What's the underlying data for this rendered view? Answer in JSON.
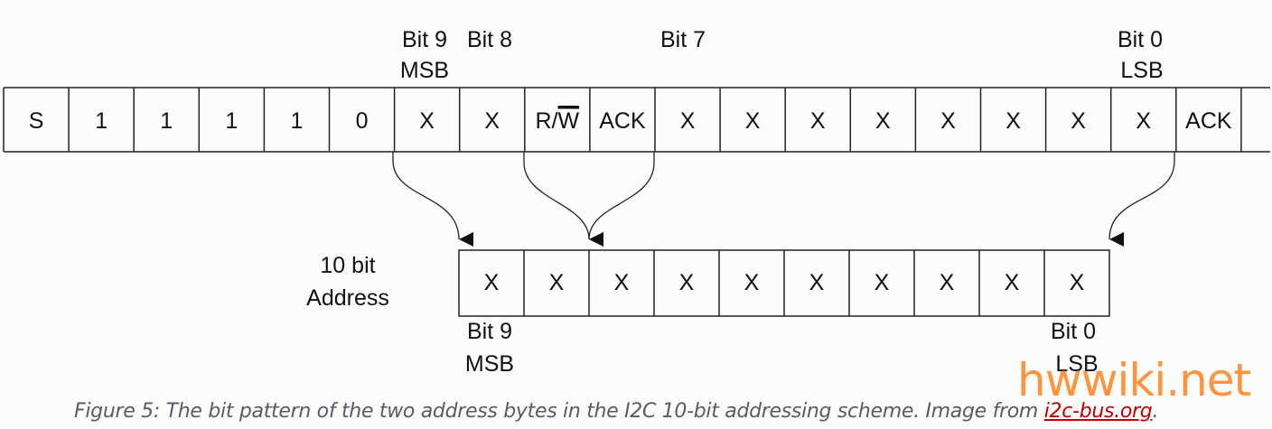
{
  "top_row": {
    "cells": [
      "S",
      "1",
      "1",
      "1",
      "1",
      "0",
      "X",
      "X",
      "R/W",
      "ACK",
      "X",
      "X",
      "X",
      "X",
      "X",
      "X",
      "X",
      "X",
      "ACK"
    ],
    "rw_overline_part": "W",
    "labels": {
      "bit9": "Bit 9",
      "msb": "MSB",
      "bit8": "Bit 8",
      "bit7": "Bit 7",
      "bit0": "Bit 0",
      "lsb": "LSB"
    }
  },
  "bottom_row": {
    "title_line1": "10 bit",
    "title_line2": "Address",
    "cells": [
      "X",
      "X",
      "X",
      "X",
      "X",
      "X",
      "X",
      "X",
      "X",
      "X"
    ],
    "labels": {
      "bit9": "Bit 9",
      "msb": "MSB",
      "bit0": "Bit 0",
      "lsb": "LSB"
    }
  },
  "caption": {
    "text": "Figure 5: The bit pattern of the two address bytes in the I2C 10-bit addressing scheme. Image from ",
    "link_text": "i2c-bus.org",
    "suffix": "."
  },
  "watermark": "hwwiki.net",
  "colors": {
    "line": "#222222",
    "caption": "#5a5a66",
    "link": "#c00000",
    "watermark": "#ff8a2a"
  }
}
